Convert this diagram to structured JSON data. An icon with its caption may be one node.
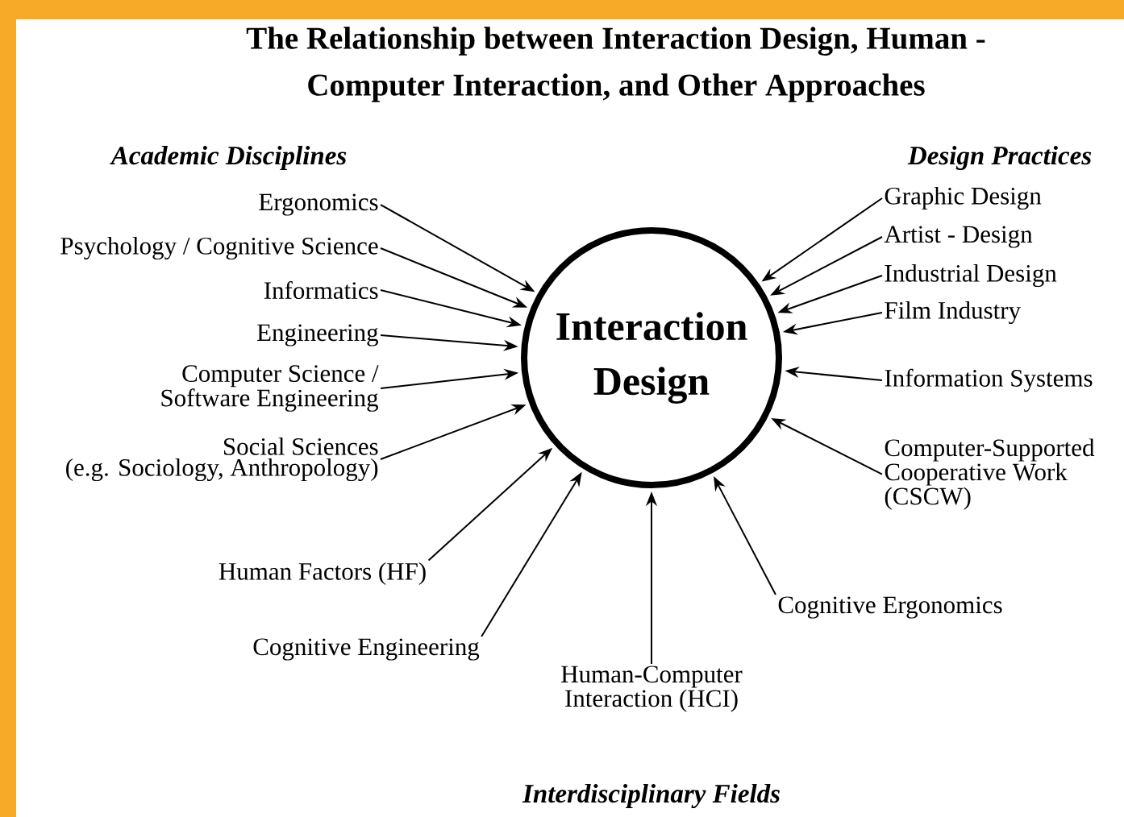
{
  "diagram": {
    "title": "The Relationship between Interaction Design, Human - Computer Interaction, and Other Approaches",
    "nodes": [
      {
        "text": [
          "Interaction Design"
        ]
      },
      {
        "text": [
          "Ergonomics"
        ]
      },
      {
        "text": [
          "Psychology / Cognitive Science"
        ]
      },
      {
        "text": [
          "Informatics"
        ]
      },
      {
        "text": [
          "Engineering"
        ]
      },
      {
        "text": [
          "Computer Science / Software Engineering"
        ]
      },
      {
        "text": [
          "Social Sciences (e.g. Sociology, Anthropology)"
        ]
      },
      {
        "text": [
          "Graphic Design"
        ]
      },
      {
        "text": [
          "Artist - Design"
        ]
      },
      {
        "text": [
          "Industrial Design"
        ]
      },
      {
        "text": [
          "Film Industry"
        ]
      },
      {
        "text": [
          "Information Systems"
        ]
      },
      {
        "text": [
          "Computer-Supported Cooperative Work (CSCW)"
        ]
      },
      {
        "text": [
          "Human Factors (HF)"
        ]
      },
      {
        "text": [
          "Cognitive Engineering"
        ]
      },
      {
        "text": [
          "Human-Computer Interaction (HCI)"
        ]
      },
      {
        "text": [
          "Cognitive Ergonomics"
        ]
      }
    ],
    "edges": [
      {
        "from": 1,
        "to": 0,
        "arrow": "to"
      },
      {
        "from": 2,
        "to": 0,
        "arrow": "to"
      },
      {
        "from": 3,
        "to": 0,
        "arrow": "to"
      },
      {
        "from": 4,
        "to": 0,
        "arrow": "to"
      },
      {
        "from": 5,
        "to": 0,
        "arrow": "to"
      },
      {
        "from": 6,
        "to": 0,
        "arrow": "to"
      },
      {
        "from": 7,
        "to": 0,
        "arrow": "to"
      },
      {
        "from": 8,
        "to": 0,
        "arrow": "to"
      },
      {
        "from": 9,
        "to": 0,
        "arrow": "to"
      },
      {
        "from": 10,
        "to": 0,
        "arrow": "to"
      },
      {
        "from": 11,
        "to": 0,
        "arrow": "to"
      },
      {
        "from": 12,
        "to": 0,
        "arrow": "to"
      },
      {
        "from": 13,
        "to": 0,
        "arrow": "to"
      },
      {
        "from": 14,
        "to": 0,
        "arrow": "to"
      },
      {
        "from": 15,
        "to": 0,
        "arrow": "to"
      },
      {
        "from": 16,
        "to": 0,
        "arrow": "to"
      }
    ],
    "labels": [
      "Academic Disciplines",
      "Design Practices",
      "Interdisciplinary Fields"
    ]
  }
}
